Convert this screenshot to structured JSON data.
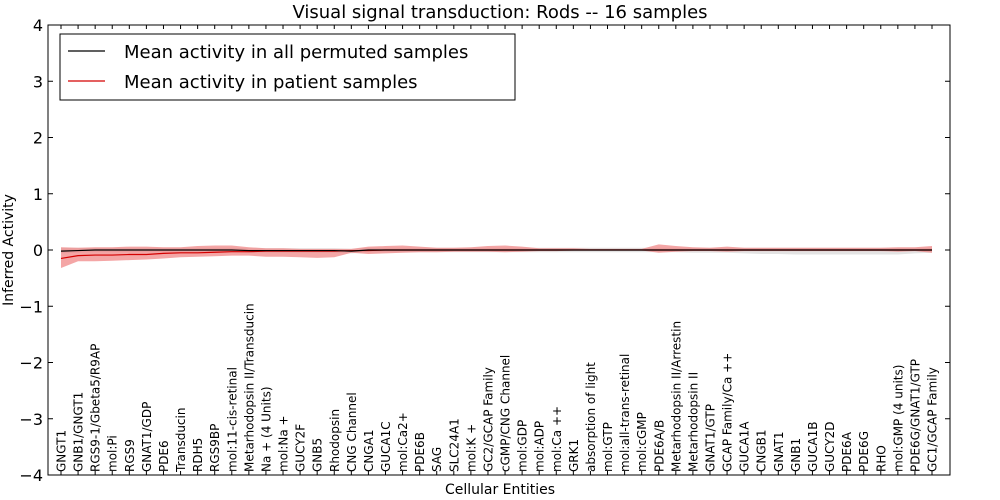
{
  "chart_data": {
    "type": "line",
    "title": "Visual signal transduction: Rods -- 16 samples",
    "xlabel": "Cellular Entities",
    "ylabel": "Inferred Activity",
    "ylim": [
      -4,
      4
    ],
    "yticks": [
      -4,
      -3,
      -2,
      -1,
      0,
      1,
      2,
      3,
      4
    ],
    "ytick_labels": [
      "−4",
      "−3",
      "−2",
      "−1",
      "0",
      "1",
      "2",
      "3",
      "4"
    ],
    "legend_position": "top-left",
    "grid": false,
    "categories": [
      "GNGT1",
      "GNB1/GNGT1",
      "RGS9-1/Gbeta5/R9AP",
      "mol:Pi",
      "RGS9",
      "GNAT1/GDP",
      "PDE6",
      "Transducin",
      "RDH5",
      "RGS9BP",
      "mol:11-cis-retinal",
      "Metarhodopsin II/Transducin",
      "Na + (4 Units)",
      "mol:Na +",
      "GUCY2F",
      "GNB5",
      "Rhodopsin",
      "CNG Channel",
      "CNGA1",
      "GUCA1C",
      "mol:Ca2+",
      "PDE6B",
      "SAG",
      "SLC24A1",
      "mol:K +",
      "GC2/GCAP Family",
      "cGMP/CNG Channel",
      "mol:GDP",
      "mol:ADP",
      "mol:Ca ++",
      "GRK1",
      "absorption of light",
      "mol:GTP",
      "mol:all-trans-retinal",
      "mol:cGMP",
      "PDE6A/B",
      "Metarhodopsin II/Arrestin",
      "Metarhodopsin II",
      "GNAT1/GTP",
      "GCAP Family/Ca ++",
      "GUCA1A",
      "CNGB1",
      "GNAT1",
      "GNB1",
      "GUCA1B",
      "GUCY2D",
      "PDE6A",
      "PDE6G",
      "RHO",
      "mol:GMP (4 units)",
      "PDE6G/GNAT1/GTP",
      "GC1/GCAP Family"
    ],
    "series": [
      {
        "name": "Mean activity in all permuted samples",
        "color": "#000000",
        "values": [
          -0.02,
          -0.01,
          0.0,
          0.0,
          0.0,
          0.0,
          0.0,
          0.0,
          0.0,
          0.0,
          0.0,
          -0.01,
          -0.01,
          -0.01,
          -0.01,
          -0.01,
          -0.01,
          -0.02,
          0.0,
          0.0,
          0.0,
          0.0,
          0.0,
          0.0,
          0.0,
          0.0,
          0.0,
          0.0,
          0.0,
          0.0,
          0.0,
          0.0,
          0.0,
          0.0,
          0.0,
          0.0,
          0.0,
          0.0,
          0.0,
          0.0,
          0.0,
          0.0,
          0.0,
          0.0,
          0.0,
          0.0,
          0.0,
          0.0,
          0.0,
          0.0,
          0.0,
          0.0
        ],
        "band_lower": [
          -0.06,
          -0.05,
          -0.04,
          -0.04,
          -0.04,
          -0.04,
          -0.04,
          -0.04,
          -0.04,
          -0.04,
          -0.04,
          -0.05,
          -0.05,
          -0.05,
          -0.05,
          -0.05,
          -0.05,
          -0.06,
          -0.04,
          -0.04,
          -0.04,
          -0.04,
          -0.04,
          -0.04,
          -0.04,
          -0.04,
          -0.04,
          -0.04,
          -0.04,
          -0.04,
          -0.04,
          -0.04,
          -0.04,
          -0.04,
          -0.04,
          -0.04,
          -0.04,
          -0.05,
          -0.05,
          -0.05,
          -0.06,
          -0.07,
          -0.07,
          -0.08,
          -0.08,
          -0.08,
          -0.08,
          -0.08,
          -0.08,
          -0.08,
          -0.06,
          -0.05
        ],
        "band_upper": [
          0.04,
          0.04,
          0.04,
          0.04,
          0.04,
          0.04,
          0.04,
          0.04,
          0.04,
          0.04,
          0.04,
          0.03,
          0.03,
          0.03,
          0.03,
          0.03,
          0.03,
          0.02,
          0.04,
          0.04,
          0.04,
          0.04,
          0.04,
          0.04,
          0.04,
          0.04,
          0.04,
          0.04,
          0.04,
          0.04,
          0.04,
          0.04,
          0.04,
          0.04,
          0.04,
          0.04,
          0.04,
          0.04,
          0.04,
          0.04,
          0.04,
          0.04,
          0.04,
          0.04,
          0.04,
          0.04,
          0.04,
          0.04,
          0.04,
          0.04,
          0.04,
          0.04
        ]
      },
      {
        "name": "Mean activity in patient samples",
        "color": "#d40000",
        "band_color": "#f08080",
        "values": [
          -0.15,
          -0.1,
          -0.09,
          -0.09,
          -0.08,
          -0.08,
          -0.06,
          -0.05,
          -0.05,
          -0.04,
          -0.03,
          -0.03,
          -0.02,
          -0.02,
          -0.02,
          -0.02,
          -0.02,
          -0.01,
          -0.01,
          0.0,
          0.0,
          0.0,
          0.0,
          0.0,
          0.0,
          0.0,
          0.0,
          0.0,
          0.0,
          0.0,
          0.0,
          0.0,
          0.0,
          0.0,
          0.0,
          0.0,
          0.0,
          0.0,
          0.0,
          0.0,
          0.0,
          0.0,
          0.0,
          0.0,
          0.0,
          0.0,
          0.0,
          0.0,
          0.0,
          0.0,
          0.0,
          0.0
        ],
        "band_lower": [
          -0.32,
          -0.2,
          -0.2,
          -0.19,
          -0.18,
          -0.17,
          -0.15,
          -0.13,
          -0.12,
          -0.11,
          -0.1,
          -0.1,
          -0.12,
          -0.12,
          -0.13,
          -0.14,
          -0.13,
          -0.05,
          -0.07,
          -0.06,
          -0.05,
          -0.04,
          -0.04,
          -0.03,
          -0.03,
          -0.03,
          -0.04,
          -0.03,
          -0.02,
          -0.02,
          -0.01,
          -0.01,
          -0.01,
          -0.01,
          -0.01,
          -0.05,
          -0.03,
          -0.02,
          -0.02,
          -0.03,
          -0.02,
          -0.02,
          -0.02,
          -0.02,
          -0.02,
          -0.02,
          -0.02,
          -0.02,
          -0.02,
          -0.03,
          -0.02,
          -0.05
        ],
        "band_upper": [
          0.05,
          0.04,
          0.05,
          0.05,
          0.06,
          0.06,
          0.05,
          0.05,
          0.07,
          0.08,
          0.08,
          0.05,
          0.03,
          0.03,
          0.02,
          0.02,
          0.02,
          0.02,
          0.06,
          0.07,
          0.08,
          0.06,
          0.04,
          0.04,
          0.05,
          0.07,
          0.08,
          0.06,
          0.03,
          0.03,
          0.03,
          0.02,
          0.02,
          0.02,
          0.02,
          0.1,
          0.07,
          0.05,
          0.04,
          0.06,
          0.04,
          0.04,
          0.04,
          0.04,
          0.04,
          0.04,
          0.04,
          0.04,
          0.04,
          0.05,
          0.05,
          0.07
        ]
      }
    ]
  }
}
